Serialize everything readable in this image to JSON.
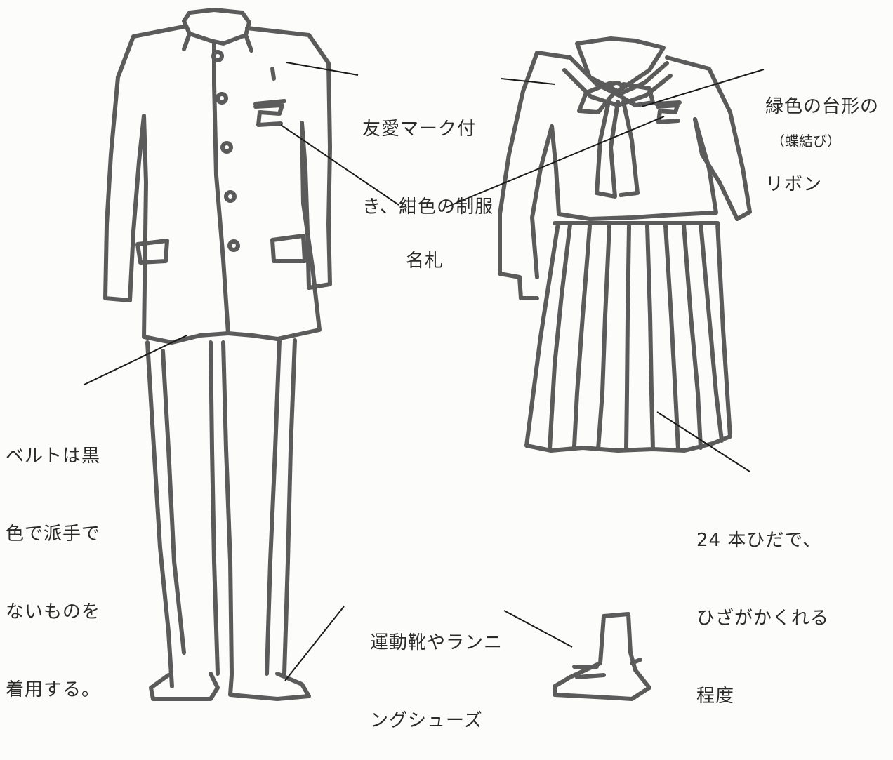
{
  "colors": {
    "sketch": "#5b5b5b",
    "leader": "#1a1a1a",
    "paper": "#fcfcfb",
    "text": "#2a2a2a"
  },
  "labels": {
    "emblem_uniform": [
      "友愛マーク付",
      "き、紺色の制服"
    ],
    "ribbon": [
      "緑色の台形の",
      "リボン"
    ],
    "ribbon_note": "（蝶結び）",
    "name_tag": "名札",
    "belt": [
      "ベルトは黒",
      "色で派手で",
      "ないものを",
      "着用する。"
    ],
    "pleats": [
      "24 本ひだで、",
      "ひざがかくれる",
      "程度"
    ],
    "shoes": [
      "運動靴やランニ",
      "ングシューズ"
    ]
  }
}
